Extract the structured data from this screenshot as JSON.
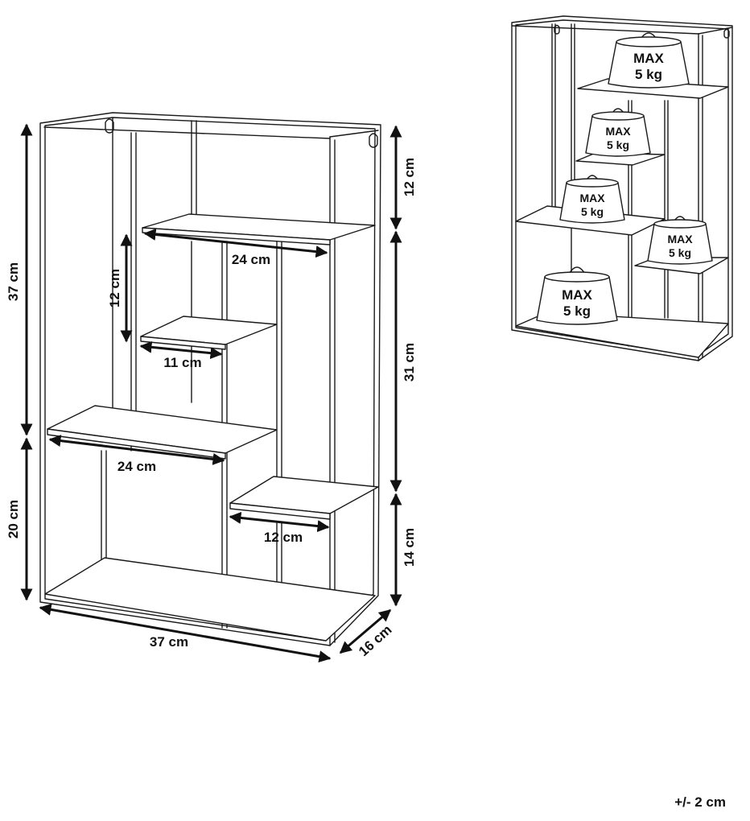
{
  "dimensions": {
    "total_height": "37 cm",
    "lower_height": "20 cm",
    "width": "37 cm",
    "depth": "16 cm",
    "top_gap": "12 cm",
    "middle_gap": "31 cm",
    "bottom_gap": "14 cm",
    "inner_height": "12 cm",
    "shelf_top_width": "24 cm",
    "shelf_small_width": "11 cm",
    "shelf_left_width": "24 cm",
    "shelf_right_width": "12 cm"
  },
  "load": {
    "label_line1": "MAX",
    "label_line2": "5 kg"
  },
  "tolerance": "+/- 2 cm",
  "colors": {
    "line": "#1a1a1a",
    "background": "#ffffff"
  }
}
